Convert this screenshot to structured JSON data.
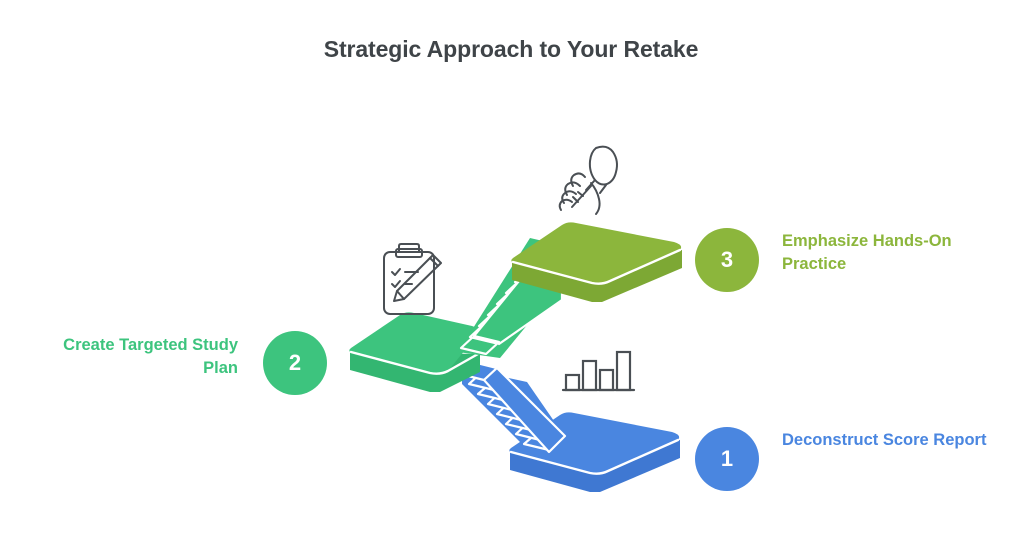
{
  "page": {
    "background_color": "#ffffff",
    "title": "Strategic Approach to Your Retake",
    "title_color": "#3f4448"
  },
  "steps": [
    {
      "number": "1",
      "label": "Deconstruct Score Report",
      "color": "#4a86e0",
      "platform_color": "#4a86e0",
      "platform_side_color": "#3f78d2",
      "icon": "bar-chart-icon"
    },
    {
      "number": "2",
      "label": "Create Targeted Study Plan",
      "color": "#3dc47e",
      "platform_color": "#3dc47e",
      "platform_side_color": "#33b671",
      "icon": "clipboard-checklist-pencil-icon"
    },
    {
      "number": "3",
      "label": "Emphasize Hands-On Practice",
      "color": "#8cb63c",
      "platform_color": "#8cb63c",
      "platform_side_color": "#7da834",
      "icon": "hand-holding-tool-icon"
    }
  ],
  "illustration": {
    "name": "isometric-staircase",
    "icon_stroke_color": "#4a4f54",
    "staircase_riser_line_color": "#ffffff",
    "stair_count_lower": 8,
    "stair_count_upper": 8
  }
}
